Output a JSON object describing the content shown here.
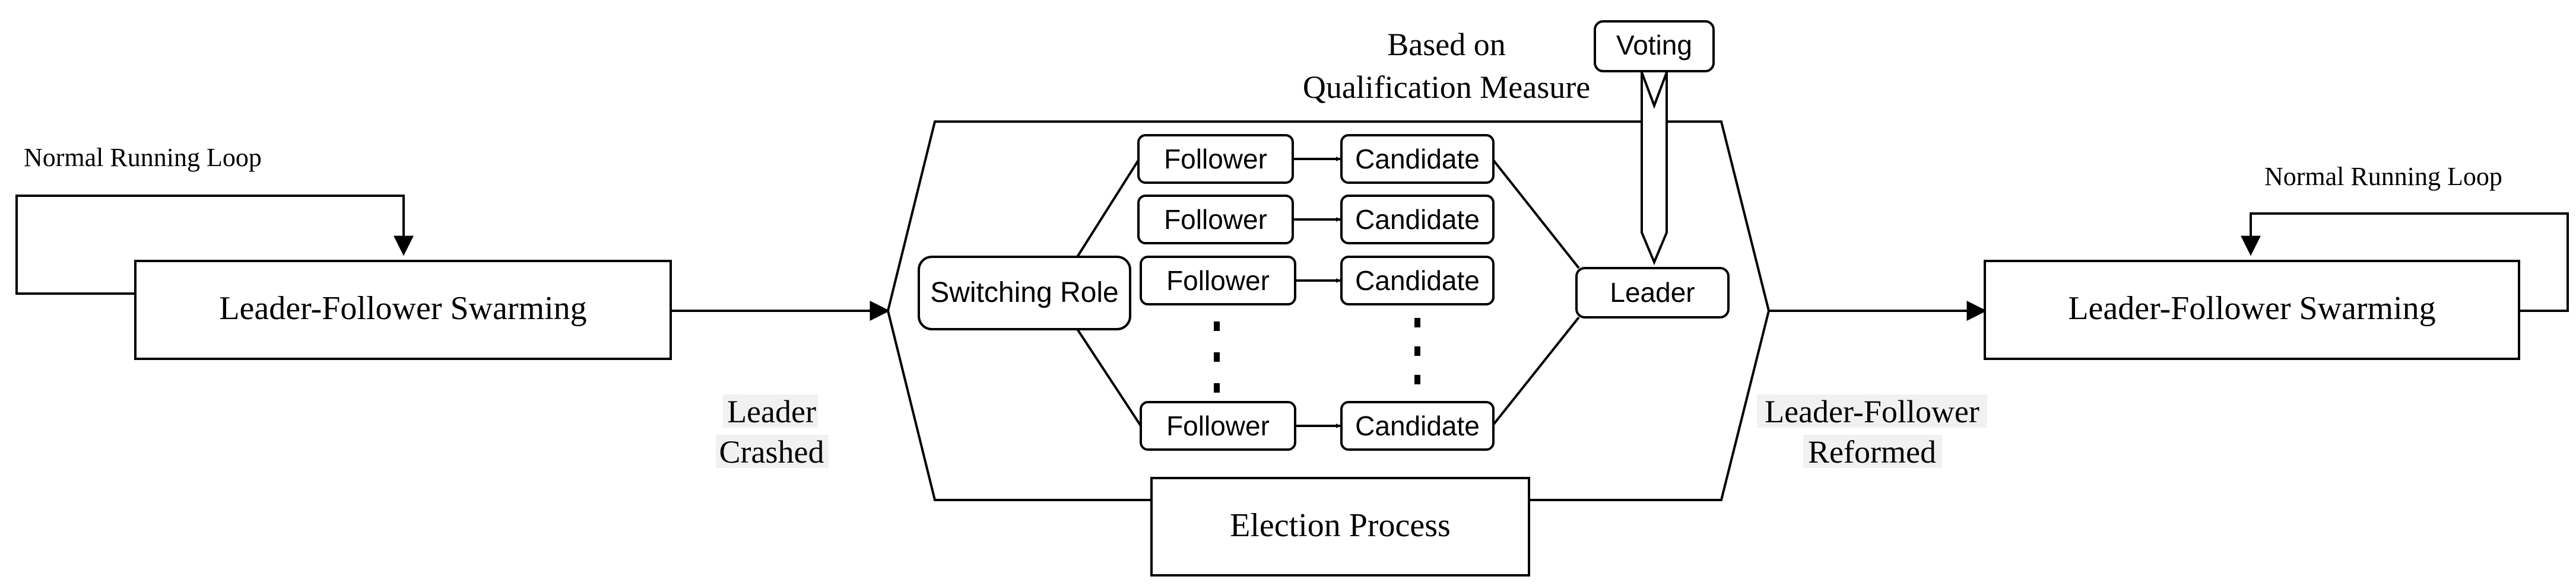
{
  "diagram": {
    "left_box": {
      "label": "Leader-Follower Swarming",
      "loop_label": "Normal Running Loop"
    },
    "right_box": {
      "label": "Leader-Follower Swarming",
      "loop_label": "Normal Running Loop"
    },
    "left_transition": {
      "line1": "Leader",
      "line2": "Crashed"
    },
    "right_transition": {
      "line1": "Leader-Follower",
      "line2": "Reformed"
    },
    "election": {
      "title": "Election Process",
      "switching_role": "Switching Role",
      "followers": [
        "Follower",
        "Follower",
        "Follower",
        "Follower"
      ],
      "candidates": [
        "Candidate",
        "Candidate",
        "Candidate",
        "Candidate"
      ],
      "leader": "Leader",
      "voting": "Voting",
      "voting_note": {
        "line1": "Based on",
        "line2": "Qualification Measure"
      }
    },
    "colors": {
      "stroke": "#000000",
      "label_highlight": "#f1f1f1"
    }
  }
}
